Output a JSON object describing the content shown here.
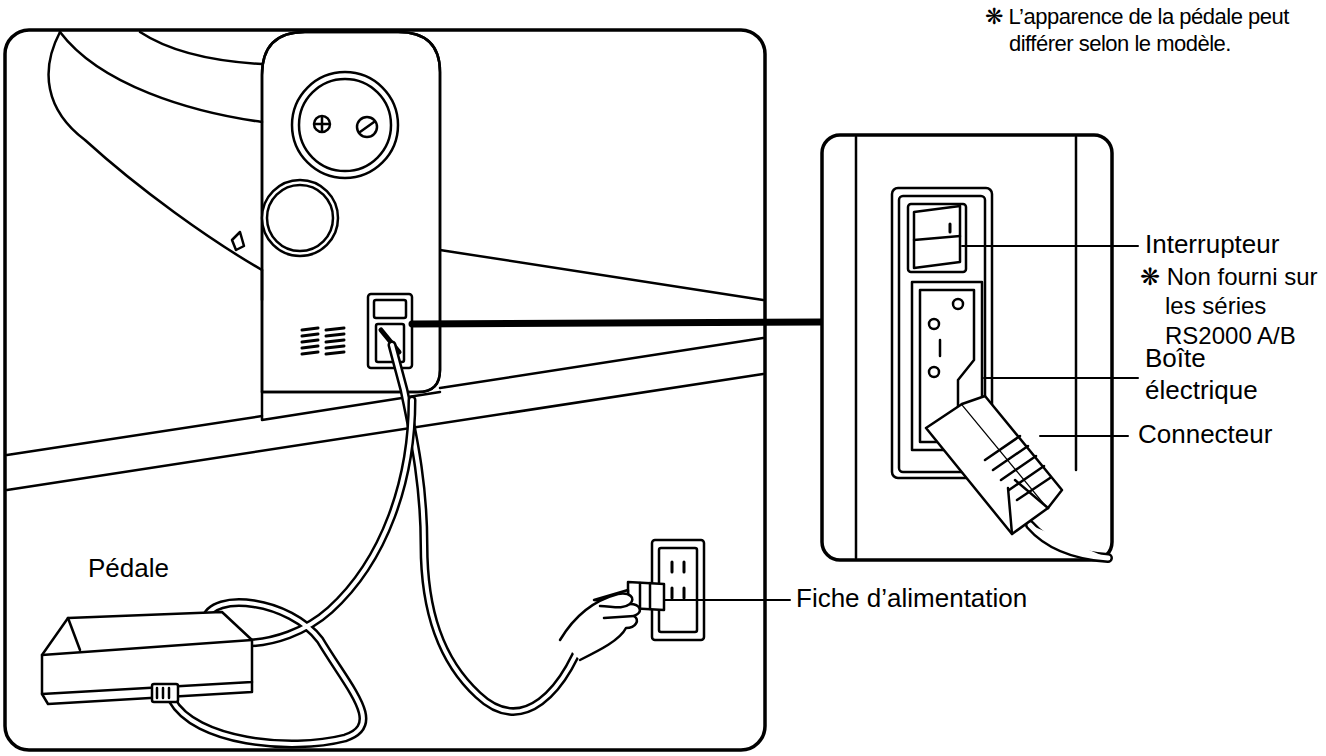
{
  "diagram": {
    "labels": [
      "❋ L’apparence de la pédale peut différer selon le modèle.",
      "Interrupteur",
      "❋ Non fourni sur les séries RS2000 A/B",
      "Boîte électrique",
      "Connecteur",
      "Pédale",
      "Fiche d’alimentation"
    ]
  }
}
